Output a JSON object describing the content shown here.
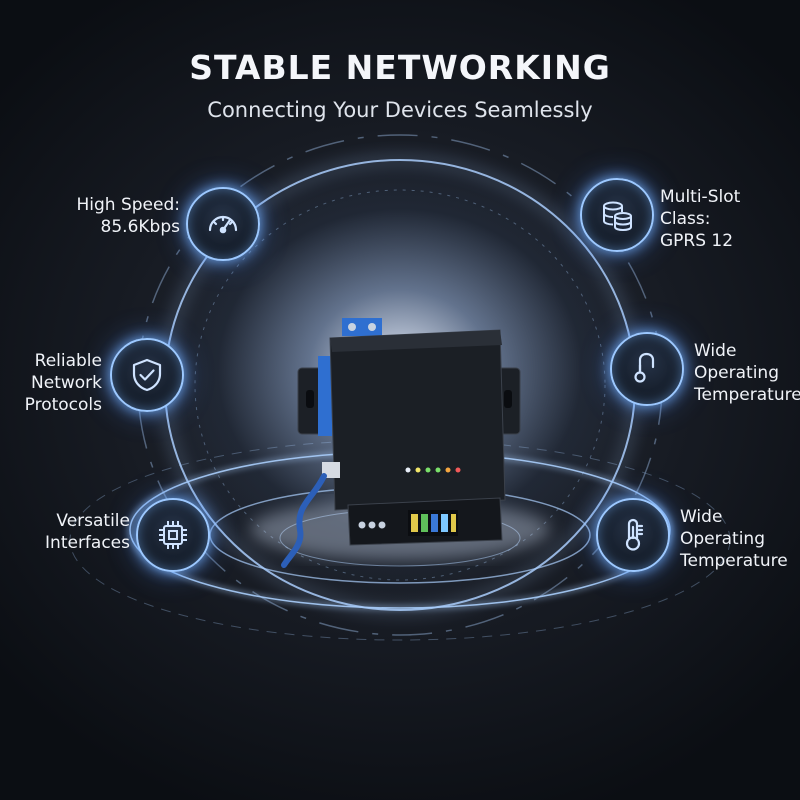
{
  "header": {
    "title": "STABLE NETWORKING",
    "subtitle": "Connecting Your Devices Seamlessly"
  },
  "features": [
    {
      "id": "high-speed",
      "icon": "speedometer-icon",
      "lines": [
        "High Speed:",
        "85.6Kbps"
      ]
    },
    {
      "id": "multi-slot",
      "icon": "database-icon",
      "lines": [
        "Multi-Slot",
        "Class:",
        "GPRS 12"
      ]
    },
    {
      "id": "protocols",
      "icon": "shield-check-icon",
      "lines": [
        "Reliable",
        "Network",
        "Protocols"
      ]
    },
    {
      "id": "temp-top",
      "icon": "thermometer-hook-icon",
      "lines": [
        "Wide",
        "Operating",
        "Temperature"
      ]
    },
    {
      "id": "interfaces",
      "icon": "chip-icon",
      "lines": [
        "Versatile",
        "Interfaces"
      ]
    },
    {
      "id": "temp-bottom",
      "icon": "thermometer-icon",
      "lines": [
        "Wide",
        "Operating",
        "Temperature"
      ]
    }
  ],
  "colors": {
    "glow": "#9cc8ff",
    "accent": "#3a78d6",
    "terminal": "#2f6fd0"
  }
}
